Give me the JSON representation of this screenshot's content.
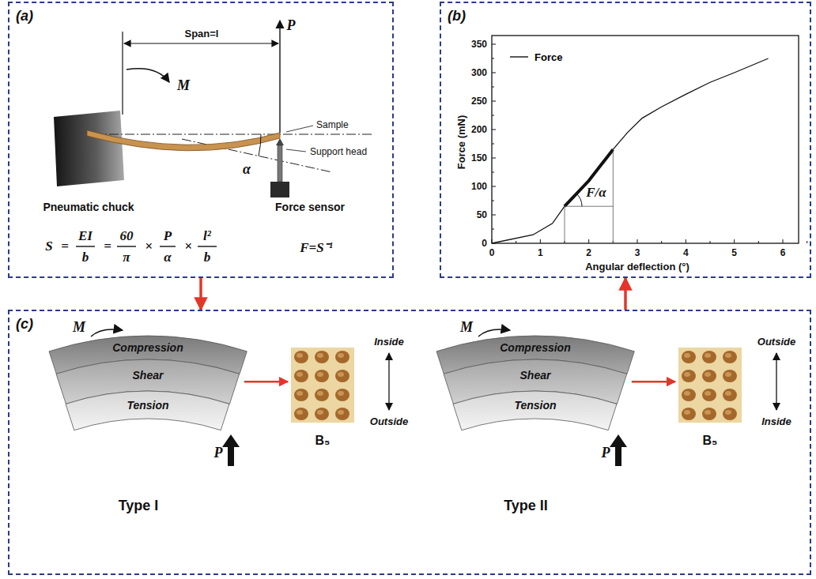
{
  "diagram": {
    "nodes": [
      {
        "text": [
          "(a)"
        ]
      },
      {
        "text": [
          "(b)"
        ]
      },
      {
        "text": [
          "(c)"
        ]
      },
      {
        "text": [
          "Compression"
        ],
        "in": 2
      },
      {
        "text": [
          "Shear"
        ],
        "in": 2
      },
      {
        "text": [
          "Tension"
        ],
        "in": 2
      },
      {
        "text": [
          "B₅"
        ],
        "in": 2
      },
      {
        "text": [
          "Compression"
        ],
        "in": 2
      },
      {
        "text": [
          "Shear"
        ],
        "in": 2
      },
      {
        "text": [
          "Tension"
        ],
        "in": 2
      },
      {
        "text": [
          "B₅"
        ],
        "in": 2
      }
    ],
    "edges": [
      {
        "from": 0,
        "to": 2,
        "arrow": "to"
      },
      {
        "from": 2,
        "to": 1,
        "arrow": "to"
      },
      {
        "from": 4,
        "to": 6,
        "arrow": "to"
      },
      {
        "from": 8,
        "to": 10,
        "arrow": "to"
      }
    ],
    "labels": [
      "Span=l",
      "P",
      "M",
      "α",
      "Sample",
      "Support head",
      "Pneumatic chuck",
      "Force sensor",
      "S",
      "=",
      "EI",
      "b",
      "=",
      "60",
      "π",
      "×",
      "P",
      "α",
      "×",
      "l²",
      "b",
      "F=S⁻¹",
      "Force (mN)",
      "Angular deflection (°)",
      "0",
      "50",
      "100",
      "150",
      "200",
      "250",
      "300",
      "350",
      "0",
      "1",
      "2",
      "3",
      "4",
      "5",
      "6",
      "F/α",
      "M",
      "P",
      "Inside",
      "Outside",
      "Type I",
      "M",
      "P",
      "Outside",
      "Inside",
      "Type II"
    ],
    "legend": [
      {
        "text": "Force"
      }
    ]
  }
}
